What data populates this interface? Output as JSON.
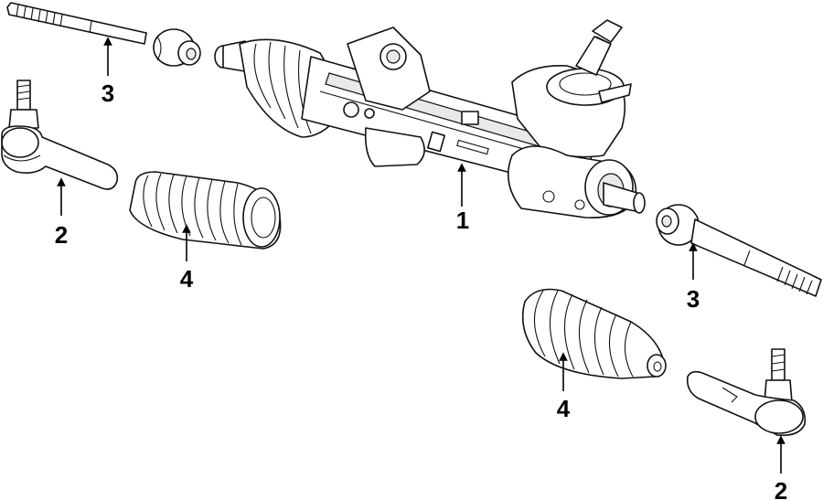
{
  "callouts": [
    {
      "id": "rack",
      "number": "1"
    },
    {
      "id": "tie-rod-end-left",
      "number": "2"
    },
    {
      "id": "tie-rod-end-right",
      "number": "2"
    },
    {
      "id": "inner-tie-rod-left",
      "number": "3"
    },
    {
      "id": "inner-tie-rod-right",
      "number": "3"
    },
    {
      "id": "boot-left",
      "number": "4"
    },
    {
      "id": "boot-right",
      "number": "4"
    }
  ],
  "colors": {
    "line": "#111111",
    "background": "#ffffff"
  }
}
